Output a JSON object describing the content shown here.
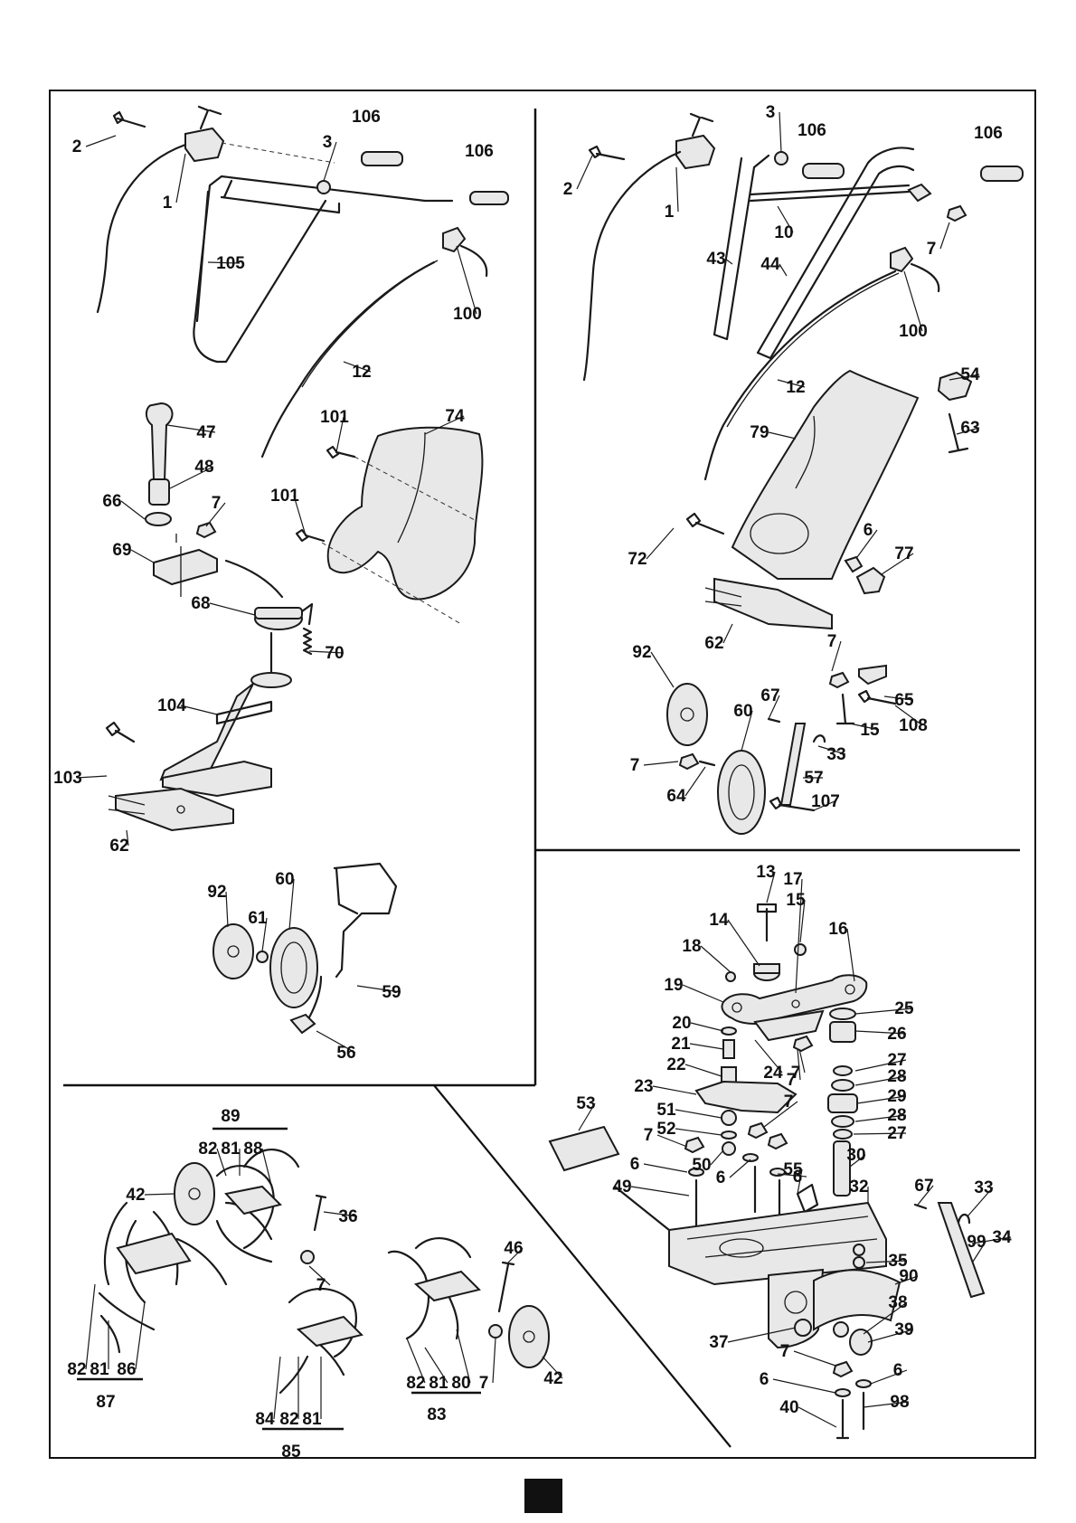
{
  "panels": {
    "handle_assembly_a": {
      "labels": [
        "2",
        "1",
        "3",
        "106",
        "106",
        "105",
        "100",
        "12",
        "47",
        "48",
        "66",
        "7",
        "69",
        "101",
        "74",
        "101",
        "68",
        "70",
        "104",
        "103",
        "62",
        "92",
        "60",
        "61",
        "59",
        "56"
      ]
    },
    "handle_assembly_b": {
      "labels": [
        "3",
        "106",
        "106",
        "2",
        "1",
        "10",
        "7",
        "43",
        "44",
        "100",
        "12",
        "54",
        "63",
        "79",
        "6",
        "77",
        "72",
        "62",
        "92",
        "7",
        "65",
        "67",
        "15",
        "108",
        "60",
        "33",
        "7",
        "64",
        "57",
        "107"
      ]
    },
    "tine_assembly": {
      "labels": [
        "89",
        "82",
        "81",
        "88",
        "42",
        "36",
        "7",
        "46",
        "82",
        "81",
        "86",
        "87",
        "84",
        "82",
        "81",
        "85",
        "82",
        "81",
        "80",
        "7",
        "83",
        "42"
      ]
    },
    "gearbox_assembly": {
      "labels": [
        "13",
        "17",
        "14",
        "15",
        "16",
        "18",
        "19",
        "25",
        "20",
        "26",
        "21",
        "7",
        "27",
        "22",
        "24",
        "7",
        "28",
        "23",
        "29",
        "51",
        "7",
        "28",
        "52",
        "27",
        "7",
        "53",
        "50",
        "6",
        "30",
        "55",
        "6",
        "6",
        "49",
        "32",
        "67",
        "33",
        "99",
        "34",
        "35",
        "90",
        "38",
        "37",
        "39",
        "7",
        "6",
        "6",
        "98",
        "40"
      ]
    }
  },
  "page_marker": "black-square"
}
